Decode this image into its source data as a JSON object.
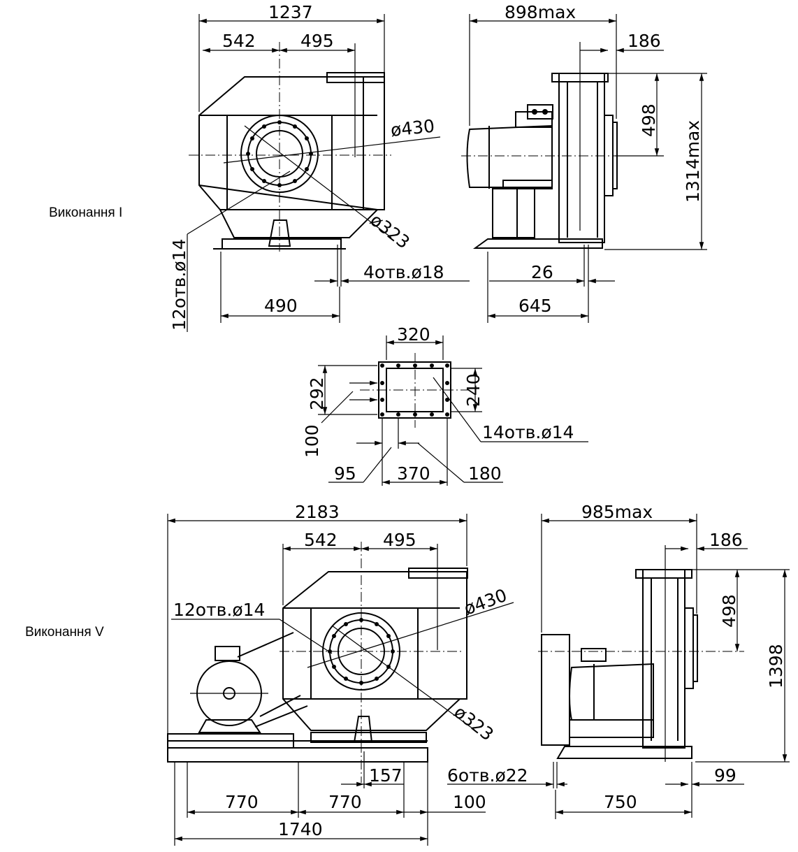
{
  "captions": {
    "variant1": "Виконання I",
    "variant5": "Виконання V"
  },
  "dims": {
    "d1237": "1237",
    "d542_a": "542",
    "d495_a": "495",
    "dia430_a": "ø430",
    "dia323_a": "ø323",
    "holes12_a": "12отв.ø14",
    "holes4": "4отв.ø18",
    "d490": "490",
    "d898": "898max",
    "d186_a": "186",
    "d498_a": "498",
    "d1314": "1314max",
    "d26": "26",
    "d645": "645",
    "d320": "320",
    "d292": "292",
    "d240": "240",
    "d100_a": "100",
    "holes14": "14отв.ø14",
    "d95": "95",
    "d370": "370",
    "d180": "180",
    "d2183": "2183",
    "d542_b": "542",
    "d495_b": "495",
    "holes12_b": "12отв.ø14",
    "dia430_b": "ø430",
    "dia323_b": "ø323",
    "d157": "157",
    "holes6": "6отв.ø22",
    "d770_a": "770",
    "d770_b": "770",
    "d100_b": "100",
    "d1740": "1740",
    "d985": "985max",
    "d186_b": "186",
    "d498_b": "498",
    "d1398": "1398",
    "d99": "99",
    "d750": "750"
  }
}
